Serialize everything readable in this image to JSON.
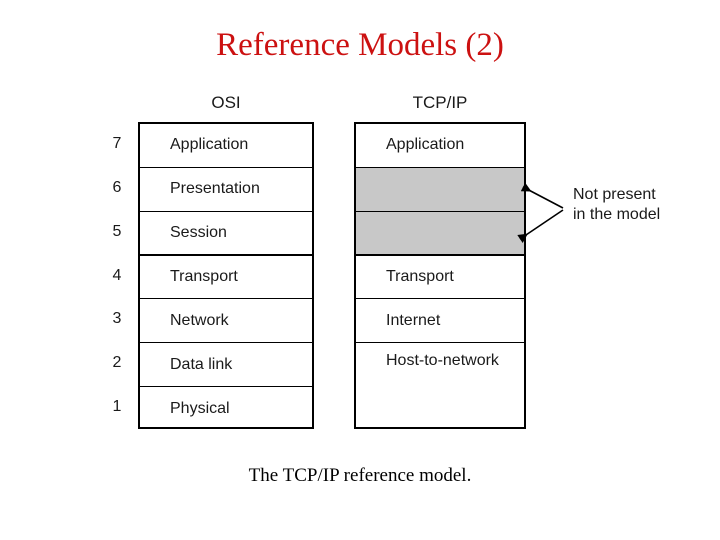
{
  "slide": {
    "title": "Reference Models (2)",
    "caption": "The TCP/IP reference model.",
    "title_color": "#cc1111",
    "gray_block_color": "#c8c8c8"
  },
  "columns": {
    "osi_header": "OSI",
    "tcpip_header": "TCP/IP"
  },
  "layer_numbers": [
    "7",
    "6",
    "5",
    "4",
    "3",
    "2",
    "1"
  ],
  "osi_layers": [
    {
      "number": "7",
      "label": "Application"
    },
    {
      "number": "6",
      "label": "Presentation"
    },
    {
      "number": "5",
      "label": "Session"
    },
    {
      "number": "4",
      "label": "Transport"
    },
    {
      "number": "3",
      "label": "Network"
    },
    {
      "number": "2",
      "label": "Data link"
    },
    {
      "number": "1",
      "label": "Physical"
    }
  ],
  "tcpip_layers": [
    {
      "label": "Application",
      "span": 1,
      "absent": false
    },
    {
      "label": "",
      "span": 1,
      "absent": true
    },
    {
      "label": "",
      "span": 1,
      "absent": true
    },
    {
      "label": "Transport",
      "span": 1,
      "absent": false
    },
    {
      "label": "Internet",
      "span": 1,
      "absent": false
    },
    {
      "label": "Host-to-network",
      "span": 2,
      "absent": false
    }
  ],
  "annotation": {
    "line1": "Not present",
    "line2": "in the model"
  }
}
